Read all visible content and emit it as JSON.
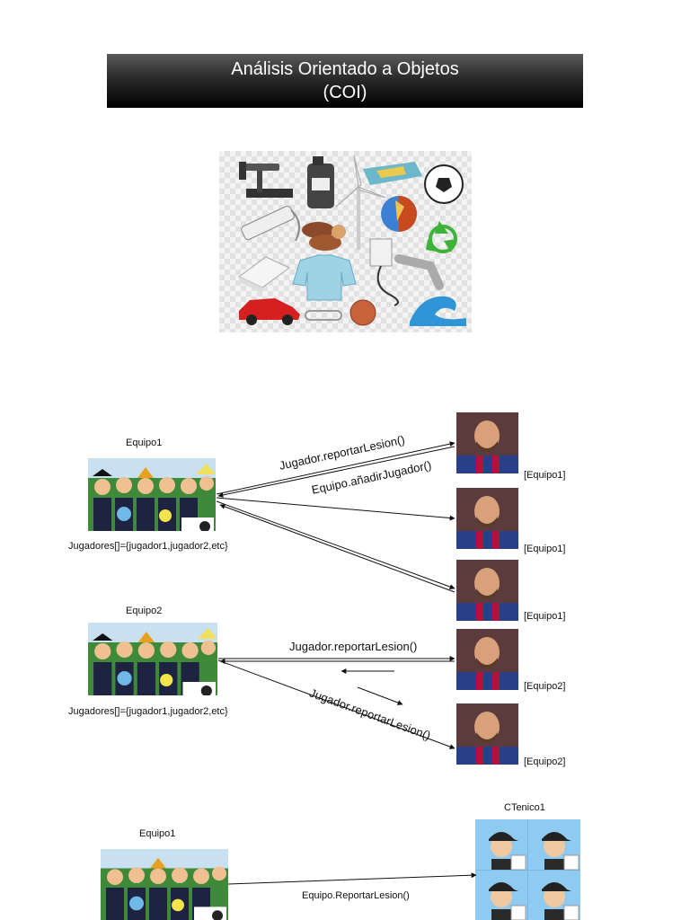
{
  "title": {
    "line1": "Análisis Orientado a Objetos",
    "line2": "(COI)"
  },
  "team_labels": {
    "equipo1_top": "Equipo1",
    "equipo2": "Equipo2",
    "equipo1_bottom": "Equipo1"
  },
  "team_captions": {
    "equipo1": "Jugadores[]={jugador1,jugador2,etc}",
    "equipo2": "Jugadores[]={jugador1,jugador2,etc}"
  },
  "player_tags": [
    "[Equipo1]",
    "[Equipo1]",
    "[Equipo1]",
    "[Equipo2]",
    "[Equipo2]"
  ],
  "messages": {
    "m1": "Jugador.reportarLesion()",
    "m2": "Equipo.añadirJugador()",
    "m3": "Jugador.reportarLesion()",
    "m4": "Jugador.reportarLesion()",
    "m5": "Equipo.ReportarLesion()"
  },
  "coach_label": "CTenico1"
}
